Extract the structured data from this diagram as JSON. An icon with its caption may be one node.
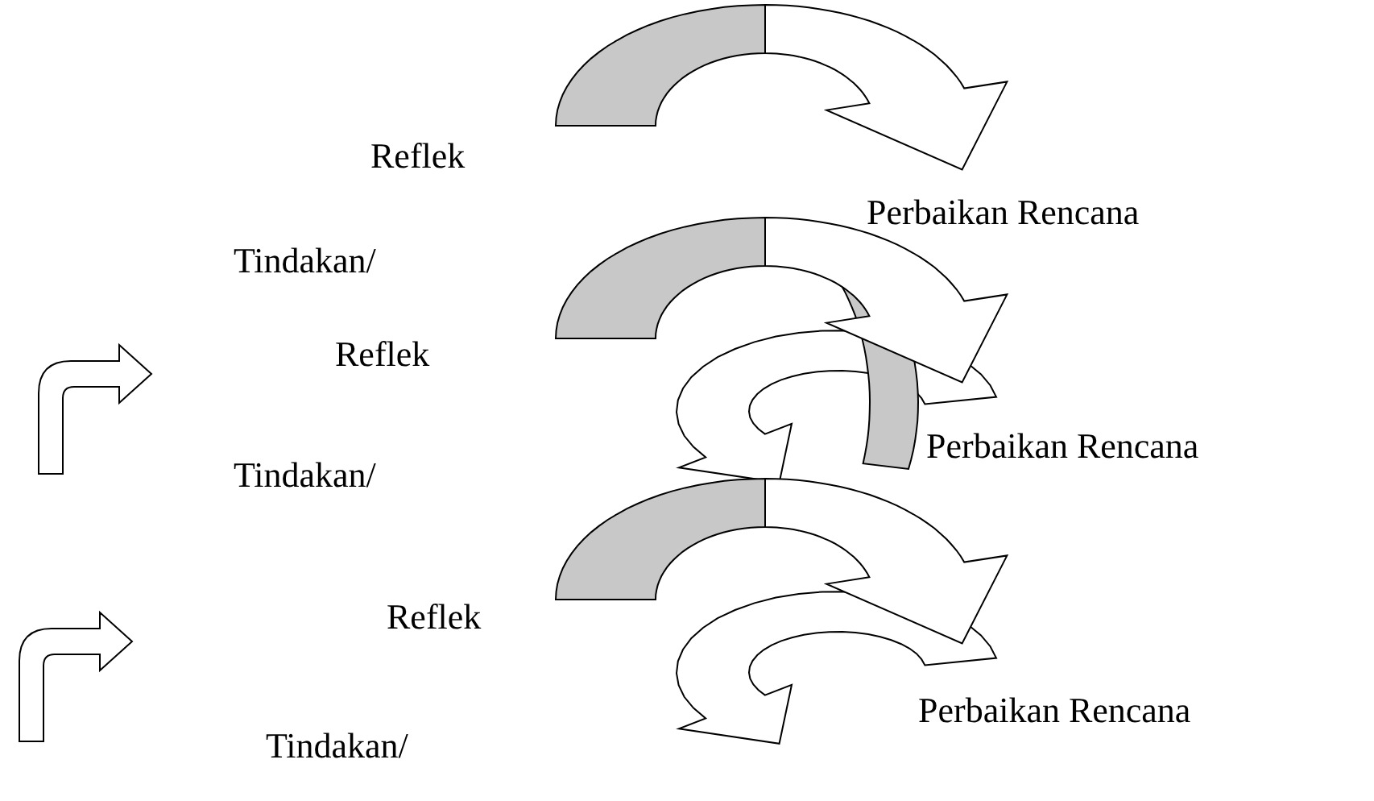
{
  "diagram": {
    "labels": [
      "Reflek",
      "Perbaikan Rencana",
      "Tindakan/",
      "Reflek",
      "Perbaikan Rencana",
      "Tindakan/",
      "Reflek",
      "Perbaikan Rencana",
      "Tindakan/"
    ]
  }
}
